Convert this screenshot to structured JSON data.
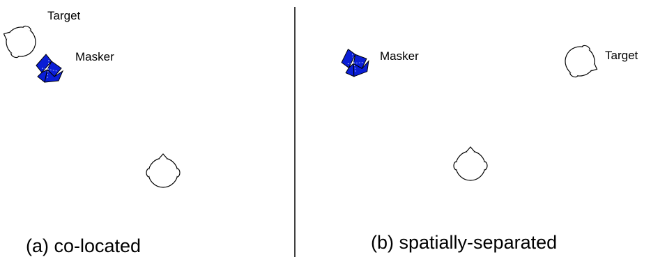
{
  "panel_a": {
    "caption": "(a) co-located",
    "target_label": "Target",
    "masker_label": "Masker"
  },
  "panel_b": {
    "caption": "(b) spatially-separated",
    "target_label": "Target",
    "masker_label": "Masker"
  },
  "colors": {
    "masker_fill": "#0a1ed6",
    "line": "#000000",
    "background": "#ffffff"
  },
  "icons": [
    "head-icon",
    "loudspeaker-icon"
  ]
}
